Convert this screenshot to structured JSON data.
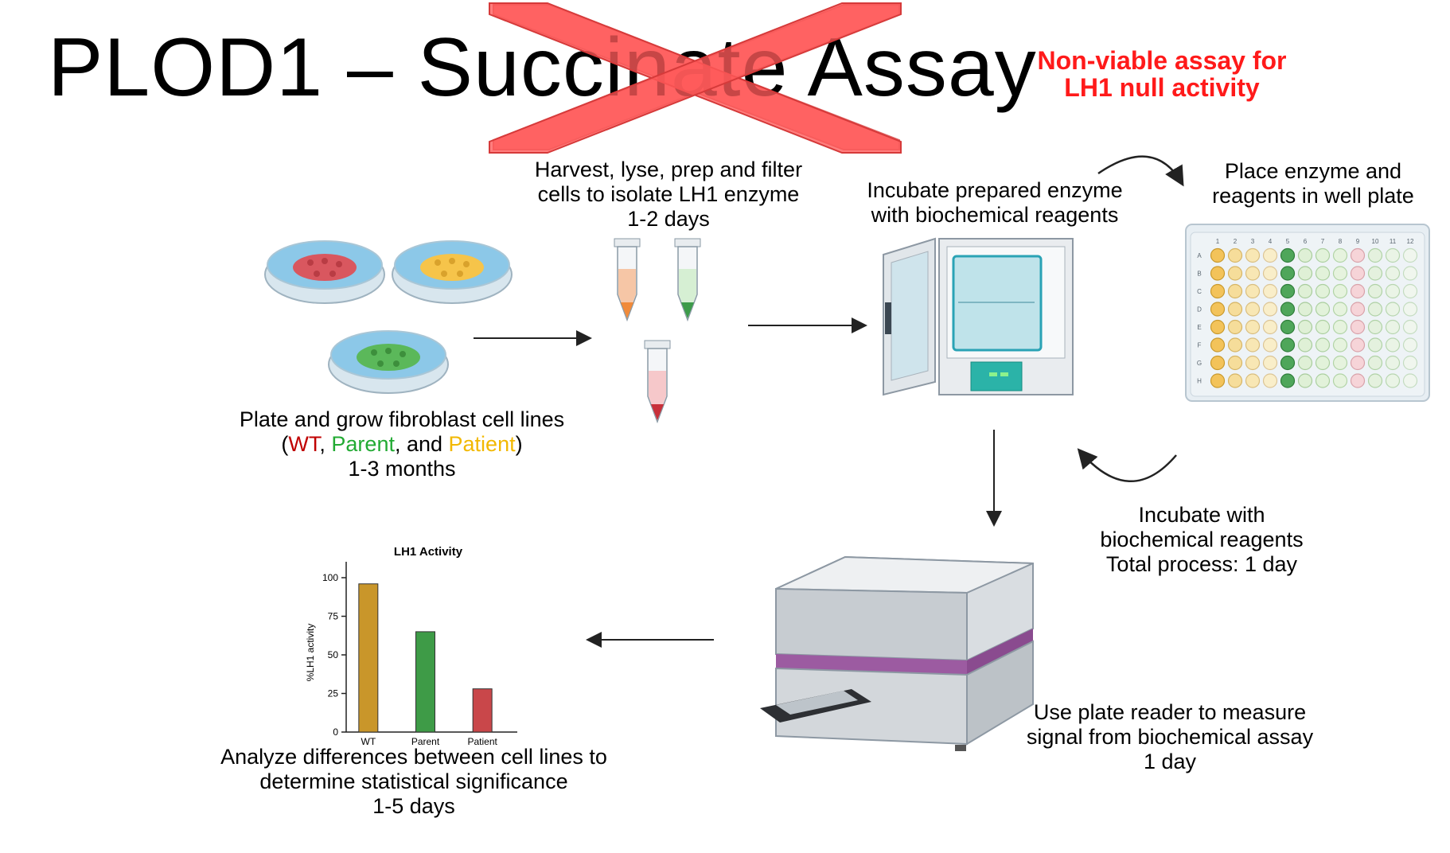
{
  "title": "PLOD1 – Succinate Assay",
  "warning": {
    "line1": "Non-viable assay for",
    "line2": "LH1 null activity"
  },
  "steps": {
    "harvest": {
      "line1": "Harvest, lyse, prep and filter",
      "line2": "cells to isolate LH1 enzyme",
      "line3": "1-2 days"
    },
    "incubate_enzyme": {
      "line1": "Incubate prepared enzyme",
      "line2": "with biochemical reagents"
    },
    "place": {
      "line1": "Place enzyme and",
      "line2": "reagents in well plate"
    },
    "plate_grow": {
      "line1": "Plate and grow fibroblast cell lines",
      "open": "(",
      "wt": "WT",
      "sep1": ", ",
      "parent": "Parent",
      "sep2": ", and ",
      "patient": "Patient",
      "close": ")",
      "line3": "1-3 months"
    },
    "incubate_reagents": {
      "line1": "Incubate with",
      "line2": "biochemical reagents",
      "line3": "Total process: 1 day"
    },
    "plate_reader": {
      "line1": "Use plate reader to measure",
      "line2": "signal from biochemical assay",
      "line3": "1 day"
    },
    "analyze": {
      "line1": "Analyze differences between cell lines to",
      "line2": "determine statistical significance",
      "line3": "1-5 days"
    }
  },
  "well_plate": {
    "columns": [
      "1",
      "2",
      "3",
      "4",
      "5",
      "6",
      "7",
      "8",
      "9",
      "10",
      "11",
      "12"
    ],
    "rows": [
      "A",
      "B",
      "C",
      "D",
      "E",
      "F",
      "G",
      "H"
    ]
  },
  "chart_data": {
    "type": "bar",
    "title": "LH1 Activity",
    "ylabel": "%LH1 activity",
    "xlabel": "",
    "categories": [
      "WT",
      "Parent",
      "Patient"
    ],
    "values": [
      96,
      65,
      28
    ],
    "colors": [
      "#c9962a",
      "#3e9b47",
      "#c9474a"
    ],
    "ylim": [
      0,
      100
    ],
    "yticks": [
      0,
      25,
      50,
      75,
      100
    ]
  },
  "colors": {
    "title_cross": "#ff5a5a",
    "warning": "#ff1a1a",
    "wt": "#c00000",
    "parent": "#22aa33",
    "patient": "#f2b800"
  }
}
